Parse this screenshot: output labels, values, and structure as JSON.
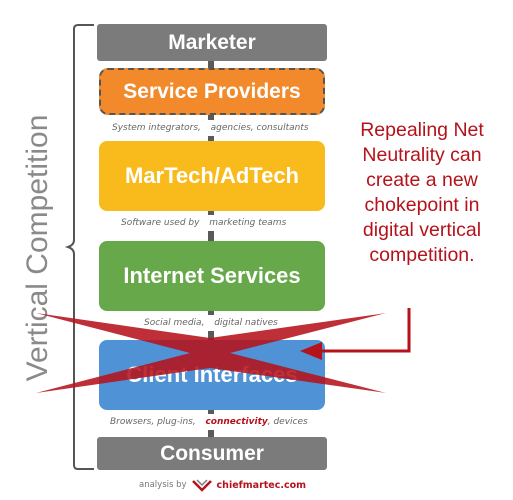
{
  "axis_label": "Vertical Competition",
  "layers": {
    "marketer": "Marketer",
    "service_providers": "Service Providers",
    "martech": "MarTech/AdTech",
    "internet_services": "Internet Services",
    "client_interfaces": "Client Interfaces",
    "consumer": "Consumer"
  },
  "captions": {
    "service_providers": {
      "left": "System integrators,",
      "right": "agencies, consultants"
    },
    "martech": {
      "left": "Software used by",
      "right": "marketing teams"
    },
    "internet_services": {
      "left": "Social media,",
      "right": "digital natives"
    },
    "client_interfaces": {
      "left": "Browsers, plug-ins,",
      "highlight": "connectivity",
      "right": ", devices"
    }
  },
  "callout": {
    "lines": [
      "Repealing Net",
      "Neutrality can",
      "create a new",
      "chokepoint in",
      "digital vertical",
      "competition."
    ]
  },
  "credit": {
    "prefix": "analysis by",
    "brand": "chiefmartec.com"
  },
  "colors": {
    "gray": "#7b7b7b",
    "orange": "#f28a2c",
    "yellow": "#f8bb1b",
    "green": "#66a84a",
    "blue": "#4f93d6",
    "red": "#b5121b"
  }
}
